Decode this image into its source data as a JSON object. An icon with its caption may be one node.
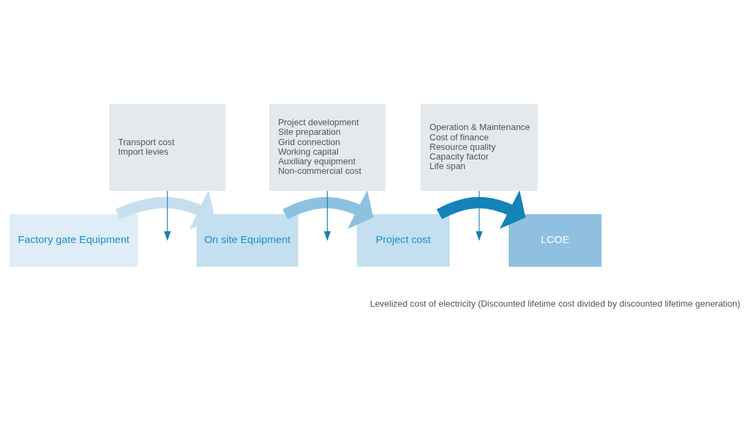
{
  "diagram": {
    "nodes": [
      {
        "text": [
          "Factory gate Equipment"
        ]
      },
      {
        "text": [
          "Transport cost",
          "Import levies"
        ]
      },
      {
        "text": [
          "On site Equipment"
        ]
      },
      {
        "text": [
          "Project development",
          "Site preparation",
          "Grid connection",
          "Working capital",
          "Auxiliary equipment",
          "Non-commercial cost"
        ]
      },
      {
        "text": [
          "Project cost"
        ]
      },
      {
        "text": [
          "Operation & Maintenance",
          "Cost of finance",
          "Resource quality",
          "Capacity factor",
          "Life span"
        ]
      },
      {
        "text": [
          "LCOE"
        ],
        "beside": [
          "Levelized cost of electricity (Discounted lifetime cost divided by discounted lifetime generation)"
        ]
      }
    ],
    "edges": [
      {
        "from": 0,
        "to": 2,
        "arrow": "to",
        "style": "thick",
        "color": "#c6dfee"
      },
      {
        "from": 1,
        "to": null,
        "arrow": "to"
      },
      {
        "from": 2,
        "to": 4,
        "arrow": "to",
        "style": "thick",
        "color": "#8cc2df"
      },
      {
        "from": 3,
        "to": null,
        "arrow": "to"
      },
      {
        "from": 4,
        "to": 6,
        "arrow": "to",
        "style": "thick",
        "color": "#1383b8"
      },
      {
        "from": 5,
        "to": null,
        "arrow": "to"
      }
    ]
  }
}
